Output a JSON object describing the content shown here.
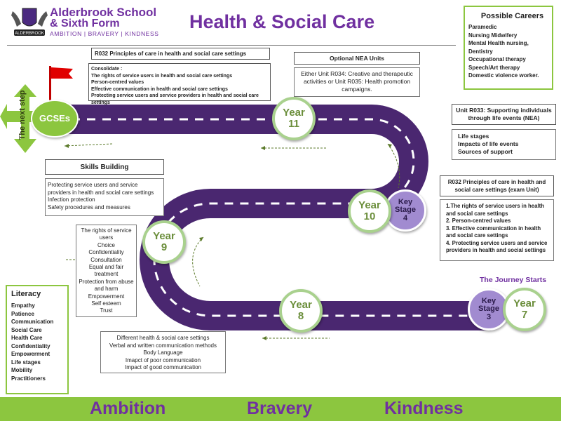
{
  "logo": {
    "name_line1": "Alderbrook School",
    "name_line2": "& Sixth Form",
    "tagline": "AMBITION | BRAVERY | KINDNESS",
    "crest_text": "ALDERBROOK"
  },
  "page_title": "Health & Social Care",
  "careers": {
    "title": "Possible Careers",
    "items": [
      "Paramedic",
      "Nursing Midwifery",
      "Mental Health nursing,",
      "Dentistry",
      "Occupational therapy",
      "Speech/Art therapy",
      "Domestic violence worker."
    ]
  },
  "r032_header": "R032  Principles of care in health and social care settings",
  "consolidate": {
    "lines": [
      "Consolidate :",
      "The rights of service users in health and social care settings",
      "Person-centred values",
      "Effective communication in health and social care settings",
      "Protecting service users and service providers in health and social care settings"
    ]
  },
  "nea_header": "Optional NEA Units",
  "nea_body": "Either Unit  R034: Creative and therapeutic activities or Unit R035: Health promotion campaigns.",
  "r033_header": "Unit R033:  Supporting individuals through life events (NEA)",
  "r033_items": [
    "Life stages",
    "Impacts of life events",
    "Sources of support"
  ],
  "r032_exam_header": "R032 Principles of care in health and social care settings (exam Unit)",
  "r032_exam_items": [
    "1.The rights of service users in health and social care settings",
    "2. Person-centred values",
    "3. Effective communication in health and social care settings",
    "4. Protecting service users and service providers in health and social settings"
  ],
  "skills_header": "Skills Building",
  "skills_items": [
    "Protecting service users and service providers in health and social care settings",
    "Infection protection",
    "Safety procedures  and measures"
  ],
  "year9_topics": [
    "The rights of service users",
    "Choice",
    "Confidentiality",
    "Consultation",
    "Equal and fair treatment",
    "Protection from abuse and harm",
    "Empowerment",
    "Self esteem",
    "Trust"
  ],
  "year8_topics": [
    "Different health & social care settings",
    "Verbal and written communication methods",
    "Body Language",
    "Imapct of poor communication",
    "Impact of good communication"
  ],
  "literacy": {
    "title": "Literacy",
    "items": [
      "Empathy",
      "Patience",
      "Communication",
      "Social Care",
      "Health Care",
      "Confidentiality",
      "Empowerment",
      "Life stages",
      "Mobility",
      "Practitioners"
    ]
  },
  "journey_starts": "The Journey Starts",
  "next_step": "The next step",
  "milestones": {
    "gcses": "GCSEs",
    "year11": [
      "Year",
      "11"
    ],
    "year10": [
      "Year",
      "10"
    ],
    "year9": [
      "Year",
      "9"
    ],
    "year8": [
      "Year",
      "8"
    ],
    "year7": [
      "Year",
      "7"
    ],
    "ks4": [
      "Key",
      "Stage",
      "4"
    ],
    "ks3": [
      "Key",
      "Stage",
      "3"
    ]
  },
  "footer": {
    "values": [
      "Ambition",
      "Bravery",
      "Kindness"
    ]
  },
  "colors": {
    "road": "#4a2770",
    "green": "#8cc63f",
    "purple_text": "#7030a0",
    "circle_border": "#a9d18e",
    "key_stage": "#a18bd0"
  }
}
